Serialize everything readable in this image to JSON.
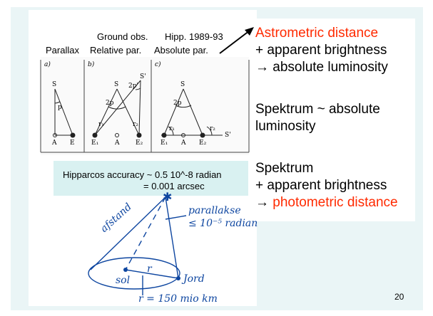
{
  "header": {
    "col_parallax": "Parallax",
    "ground_line1": "Ground obs.",
    "ground_line2": "Relative par.",
    "hipp_line1": "Hipp. 1989-93",
    "hipp_line2": "Absolute par."
  },
  "diagrams": {
    "panel_a": {
      "label": "a)",
      "star": "S",
      "angle": "p",
      "left": "A",
      "right": "E"
    },
    "panel_b": {
      "label": "b)",
      "star": "S",
      "star2": "S'",
      "angle": "2p",
      "angle2": "2p'",
      "r1": "r₁",
      "r2": "r₂",
      "e1": "E₁",
      "a": "A",
      "e2": "E₂"
    },
    "panel_c": {
      "label": "c)",
      "star": "S",
      "star2": "S'",
      "angle": "2p",
      "r1": "r₁",
      "r2": "r₂",
      "e1": "E₁",
      "a": "A",
      "e2": "E₂"
    }
  },
  "accuracy": {
    "line1": "Hipparcos accuracy ~ 0.5 10^-8 radian",
    "line2": "= 0.001 arcsec"
  },
  "sketch": {
    "afstand": "afstand",
    "parallakse": "parallakse",
    "limit": "≤ 10⁻⁵ radian",
    "sol": "sol",
    "r": "r",
    "jord": "Jord",
    "radius": "r = 150 mio km"
  },
  "right": {
    "astrometric": "Astrometric distance",
    "line2": "+ apparent brightness",
    "line3": "→ absolute luminosity",
    "spektrum1": "Spektrum ~ absolute",
    "luminosity": "luminosity",
    "spektrum2": "Spektrum",
    "line6": "+ apparent brightness",
    "arrow": "→",
    "photometric": "photometric distance"
  },
  "page_number": "20",
  "colors": {
    "accent": "#ff2a00",
    "panel": "#d9f1f1",
    "slide": "#eaf5f6",
    "ink": "#0e46a0"
  }
}
